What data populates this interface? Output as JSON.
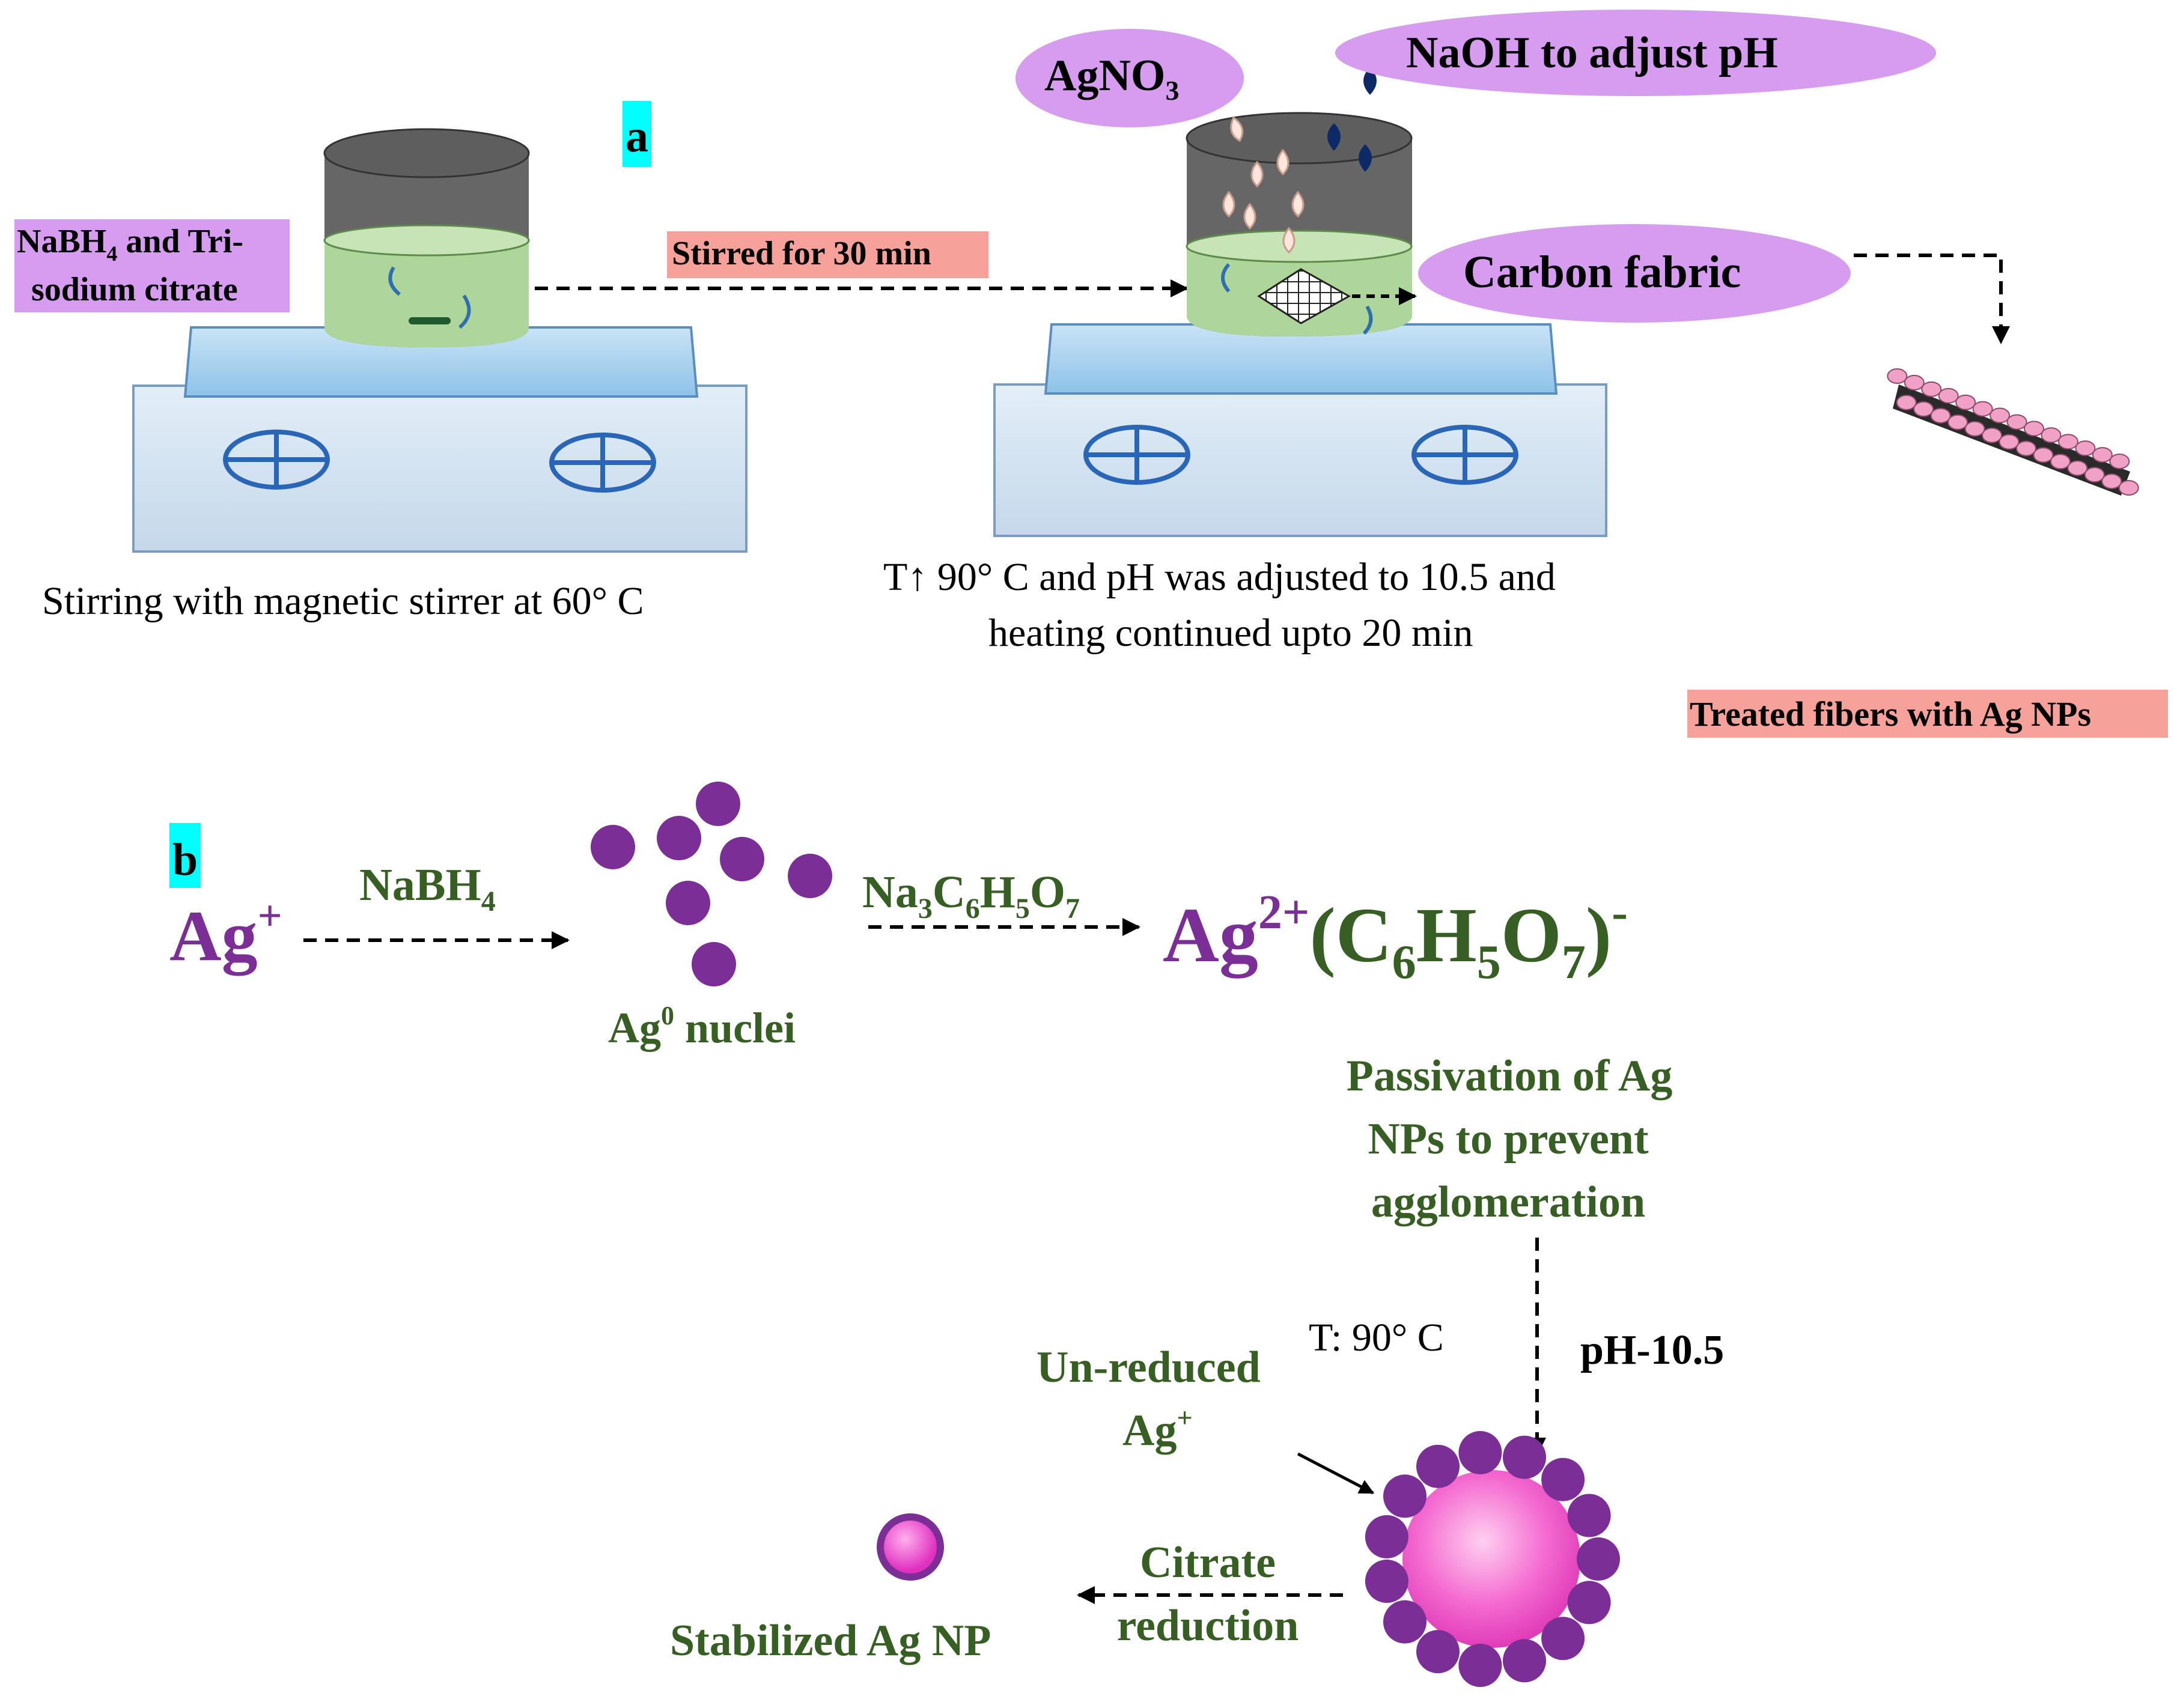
{
  "panel_a": {
    "label": "a",
    "reagent_box_main": "NaBH",
    "reagent_box_sub": "4",
    "reagent_box_tail": " and Tri-",
    "reagent_box_line2": "sodium citrate",
    "stir_note": "Stirred for 30 min",
    "agno3_main": "AgNO",
    "agno3_sub": "3",
    "naoh_label": "NaOH to adjust pH",
    "carbon_label": "Carbon fabric",
    "caption_left": "Stirring with magnetic stirrer at 60° C",
    "caption_mid_1": "T↑ 90° C and pH was adjusted to 10.5 and",
    "caption_mid_2": "heating continued upto 20 min",
    "treated_label": "Treated fibers with Ag NPs"
  },
  "panel_b": {
    "label": "b",
    "ag_ion_main": "Ag",
    "ag_ion_sup": "+",
    "nabh4_main": "NaBH",
    "nabh4_sub": "4",
    "nuclei_main": "Ag",
    "nuclei_sup": "0",
    "nuclei_tail": " nuclei",
    "citrate_na": "Na",
    "citrate_3": "3",
    "citrate_c": "C",
    "citrate_6": "6",
    "citrate_h": "H",
    "citrate_5": "5",
    "citrate_o": "O",
    "citrate_7": "7",
    "complex_ag": "Ag",
    "complex_charge": "2+",
    "complex_open": "(C",
    "complex_6": "6",
    "complex_h": "H",
    "complex_5": "5",
    "complex_o": "O",
    "complex_7": "7",
    "complex_close": ")",
    "complex_minus": "-",
    "passivation_1": "Passivation of Ag",
    "passivation_2": "NPs to prevent",
    "passivation_3": "agglomeration",
    "temp_label": "T: 90° C",
    "ph_label": "pH-10.5",
    "unreduced_1": "Un-reduced",
    "unreduced_2": "Ag",
    "unreduced_sup": "+",
    "citrate_red_1": "Citrate",
    "citrate_red_2": "reduction",
    "stabilized_label": "Stabilized Ag NP"
  },
  "colors": {
    "purple": "#7a2e96",
    "dark_green": "#375e23",
    "lavender": "#d59cf0",
    "salmon": "#f7a19b",
    "cyan": "#00ffff",
    "pink": "#f080c8"
  }
}
